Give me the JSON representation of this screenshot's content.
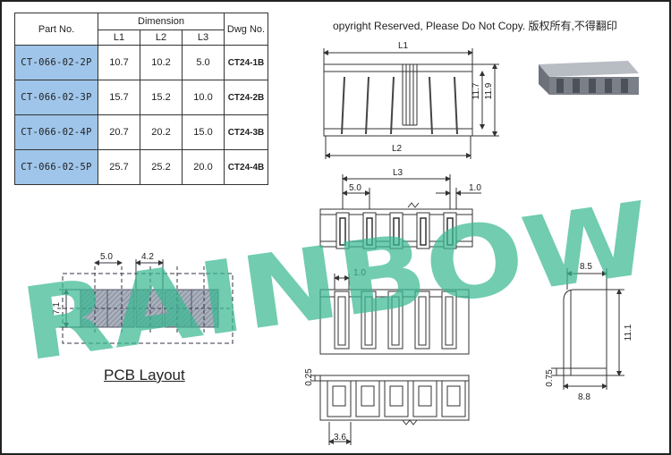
{
  "table": {
    "headers": {
      "part_no": "Part No.",
      "dimension": "Dimension",
      "dwg_no": "Dwg No."
    },
    "sub_headers": [
      "L1",
      "L2",
      "L3"
    ],
    "rows": [
      {
        "part": "CT-066-02-2P",
        "l1": "10.7",
        "l2": "10.2",
        "l3": "5.0",
        "dwg": "CT24-1B"
      },
      {
        "part": "CT-066-02-3P",
        "l1": "15.7",
        "l2": "15.2",
        "l3": "10.0",
        "dwg": "CT24-2B"
      },
      {
        "part": "CT-066-02-4P",
        "l1": "20.7",
        "l2": "20.2",
        "l3": "15.0",
        "dwg": "CT24-3B"
      },
      {
        "part": "CT-066-02-5P",
        "l1": "25.7",
        "l2": "25.2",
        "l3": "20.0",
        "dwg": "CT24-4B"
      }
    ]
  },
  "copyright": "opyright Reserved, Please Do Not Copy. 版权所有,不得翻印",
  "watermark": "RAINBOW",
  "pcb_label": "PCB Layout",
  "dims": {
    "l1": "L1",
    "l2": "L2",
    "l3": "L3",
    "h11_7": "11.7",
    "h11_9": "11.9",
    "pitch": "5.0",
    "offset": "1.0",
    "offset2": "1.0",
    "pcb_pitch": "5.0",
    "pcb_pad": "4.2",
    "pcb_height": "7.1",
    "side_width": "8.5",
    "side_height": "11.1",
    "side_base": "8.8",
    "side_lip": "0.75",
    "bottom_lip": "0.25",
    "bottom_width": "3.6"
  },
  "colors": {
    "accent": "#9fc5ea",
    "watermark": "#3bb993",
    "hatch": "#8a93a3"
  }
}
